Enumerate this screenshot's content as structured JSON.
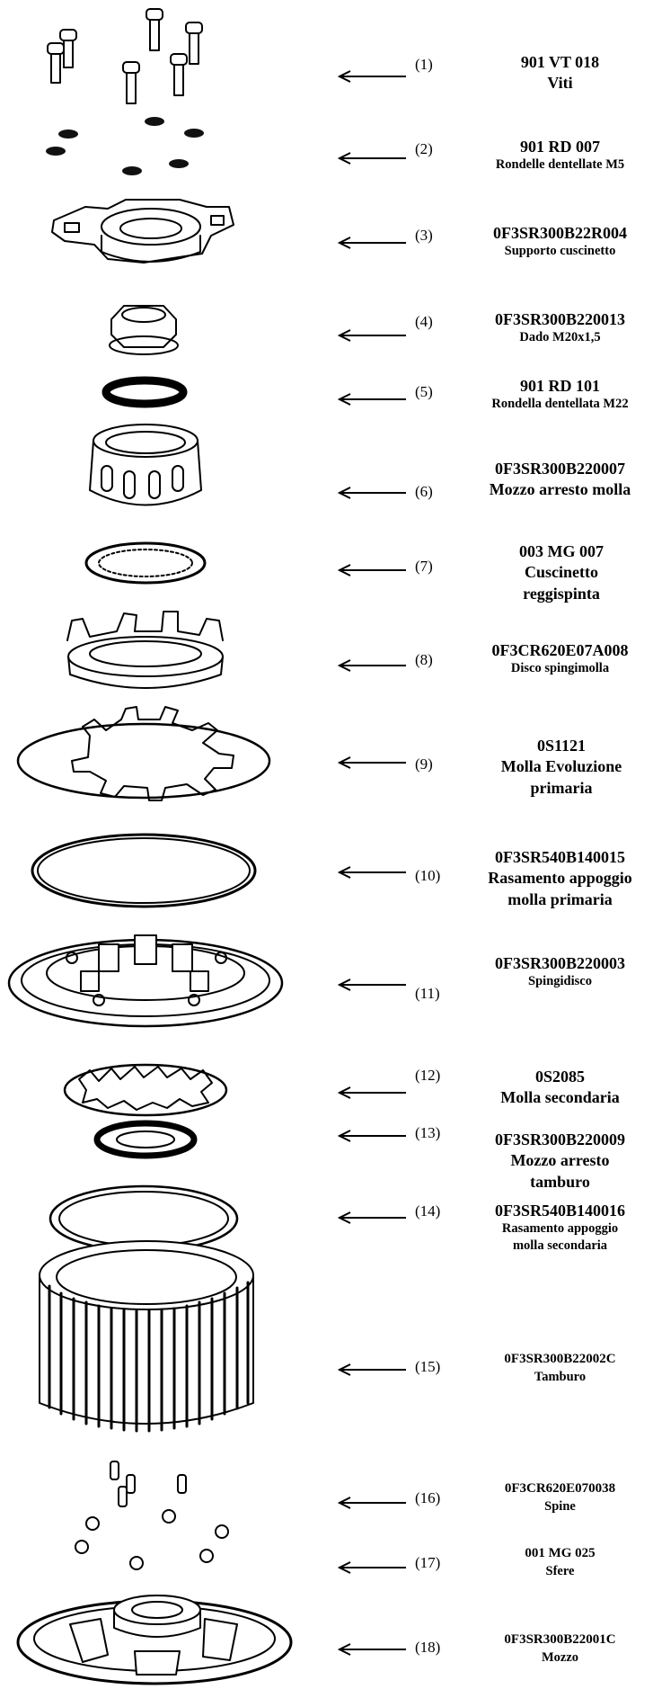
{
  "parts": [
    {
      "num": "(1)",
      "code": "901 VT 018",
      "desc": "Viti"
    },
    {
      "num": "(2)",
      "code": "901 RD 007",
      "desc": "Rondelle dentellate M5"
    },
    {
      "num": "(3)",
      "code": "0F3SR300B22R004",
      "desc": "Supporto cuscinetto"
    },
    {
      "num": "(4)",
      "code": "0F3SR300B220013",
      "desc": "Dado M20x1,5"
    },
    {
      "num": "(5)",
      "code": "901 RD 101",
      "desc": "Rondella dentellata M22"
    },
    {
      "num": "(6)",
      "code": "0F3SR300B220007",
      "desc": "Mozzo arresto molla"
    },
    {
      "num": "(7)",
      "code": "003 MG 007",
      "desc": "Cuscinetto reggispinta"
    },
    {
      "num": "(8)",
      "code": "0F3CR620E07A008",
      "desc": "Disco spingimolla"
    },
    {
      "num": "(9)",
      "code": "0S1121",
      "desc": "Molla Evoluzione primaria"
    },
    {
      "num": "(10)",
      "code": "0F3SR540B140015",
      "desc": "Rasamento appoggio molla primaria"
    },
    {
      "num": "(11)",
      "code": "0F3SR300B220003",
      "desc": "Spingidisco"
    },
    {
      "num": "(12)",
      "code": "0S2085",
      "desc": "Molla secondaria"
    },
    {
      "num": "(13)",
      "code": "0F3SR300B220009",
      "desc": "Mozzo arresto tamburo"
    },
    {
      "num": "(14)",
      "code": "0F3SR540B140016",
      "desc": "Rasamento appoggio molla secondaria"
    },
    {
      "num": "(15)",
      "code": "0F3SR300B22002C",
      "desc": "Tamburo"
    },
    {
      "num": "(16)",
      "code": "0F3CR620E070038",
      "desc": "Spine"
    },
    {
      "num": "(17)",
      "code": "001 MG 025",
      "desc": "Sfere"
    },
    {
      "num": "(18)",
      "code": "0F3SR300B22001C",
      "desc": "Mozzo"
    }
  ]
}
